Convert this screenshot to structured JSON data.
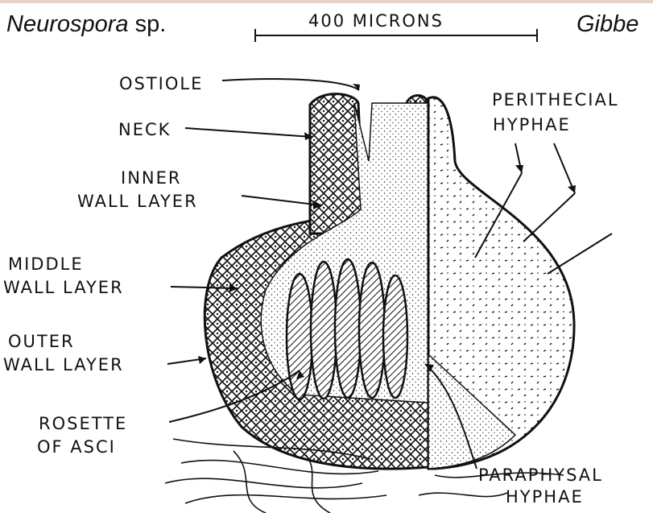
{
  "title_left": {
    "genus": "Neurospora",
    "suffix": " sp."
  },
  "title_right": "Gibbe",
  "scale_bar": {
    "label": "400 MICRONS"
  },
  "labels": {
    "ostiole": "OSTIOLE",
    "neck": "NECK",
    "inner_wall_1": "INNER",
    "inner_wall_2": "WALL LAYER",
    "middle_wall_1": "MIDDLE",
    "middle_wall_2": "WALL LAYER",
    "outer_wall_1": "OUTER",
    "outer_wall_2": "WALL LAYER",
    "rosette_1": "ROSETTE",
    "rosette_2": "OF ASCI",
    "perithecial_1": "PERITHECIAL",
    "perithecial_2": "HYPHAE",
    "paraphysal_1": "PARAPHYSAL",
    "paraphysal_2": "HYPHAE"
  },
  "colors": {
    "ink": "#111111",
    "header_strip": "#e8d2c6"
  }
}
